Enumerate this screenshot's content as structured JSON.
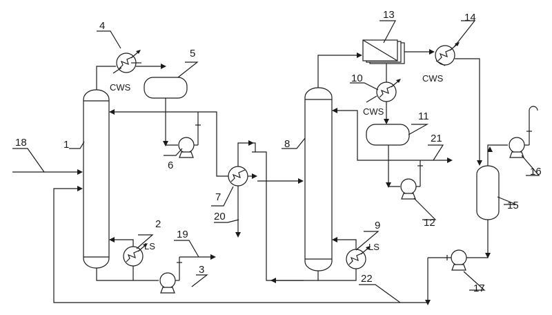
{
  "labels": {
    "n1": "1",
    "n2": "2",
    "n3": "3",
    "n4": "4",
    "n5": "5",
    "n6": "6",
    "n7": "7",
    "n8": "8",
    "n9": "9",
    "n10": "10",
    "n11": "11",
    "n12": "12",
    "n13": "13",
    "n14": "14",
    "n15": "15",
    "n16": "16",
    "n17": "17",
    "n18": "18",
    "n19": "19",
    "n20": "20",
    "n21": "21",
    "n22": "22"
  },
  "utilities": {
    "cws_condenser_1": "CWS",
    "ls_reboiler_1": "LS",
    "cws_condenser_2": "CWS",
    "ls_reboiler_2": "LS",
    "cws_cooler_14": "CWS"
  }
}
